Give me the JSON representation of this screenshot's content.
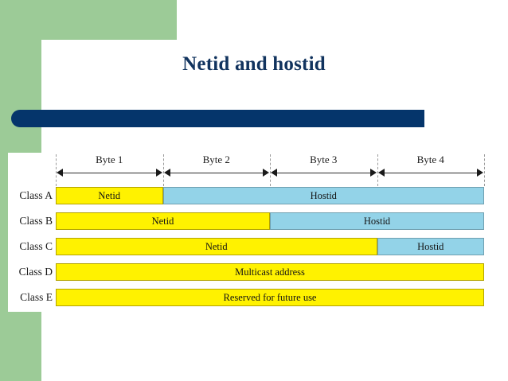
{
  "slide": {
    "title": "Netid and hostid",
    "theme": {
      "accent_green": "#9ccb97",
      "title_navy": "#11335e",
      "bar_navy": "#05356b",
      "netid_yellow": "#fff200",
      "hostid_blue": "#93d3e8"
    }
  },
  "figure": {
    "byte_headers": [
      {
        "label": "Byte 1"
      },
      {
        "label": "Byte 2"
      },
      {
        "label": "Byte 3"
      },
      {
        "label": "Byte 4"
      }
    ],
    "rows": [
      {
        "label": "Class A",
        "segments": [
          {
            "text": "Netid",
            "kind": "netid",
            "bytes": 1
          },
          {
            "text": "Hostid",
            "kind": "hostid",
            "bytes": 3
          }
        ]
      },
      {
        "label": "Class B",
        "segments": [
          {
            "text": "Netid",
            "kind": "netid",
            "bytes": 2
          },
          {
            "text": "Hostid",
            "kind": "hostid",
            "bytes": 2
          }
        ]
      },
      {
        "label": "Class C",
        "segments": [
          {
            "text": "Netid",
            "kind": "netid",
            "bytes": 3
          },
          {
            "text": "Hostid",
            "kind": "hostid",
            "bytes": 1
          }
        ]
      },
      {
        "label": "Class D",
        "segments": [
          {
            "text": "Multicast address",
            "kind": "full",
            "bytes": 4
          }
        ]
      },
      {
        "label": "Class E",
        "segments": [
          {
            "text": "Reserved for future use",
            "kind": "full",
            "bytes": 4
          }
        ]
      }
    ]
  }
}
